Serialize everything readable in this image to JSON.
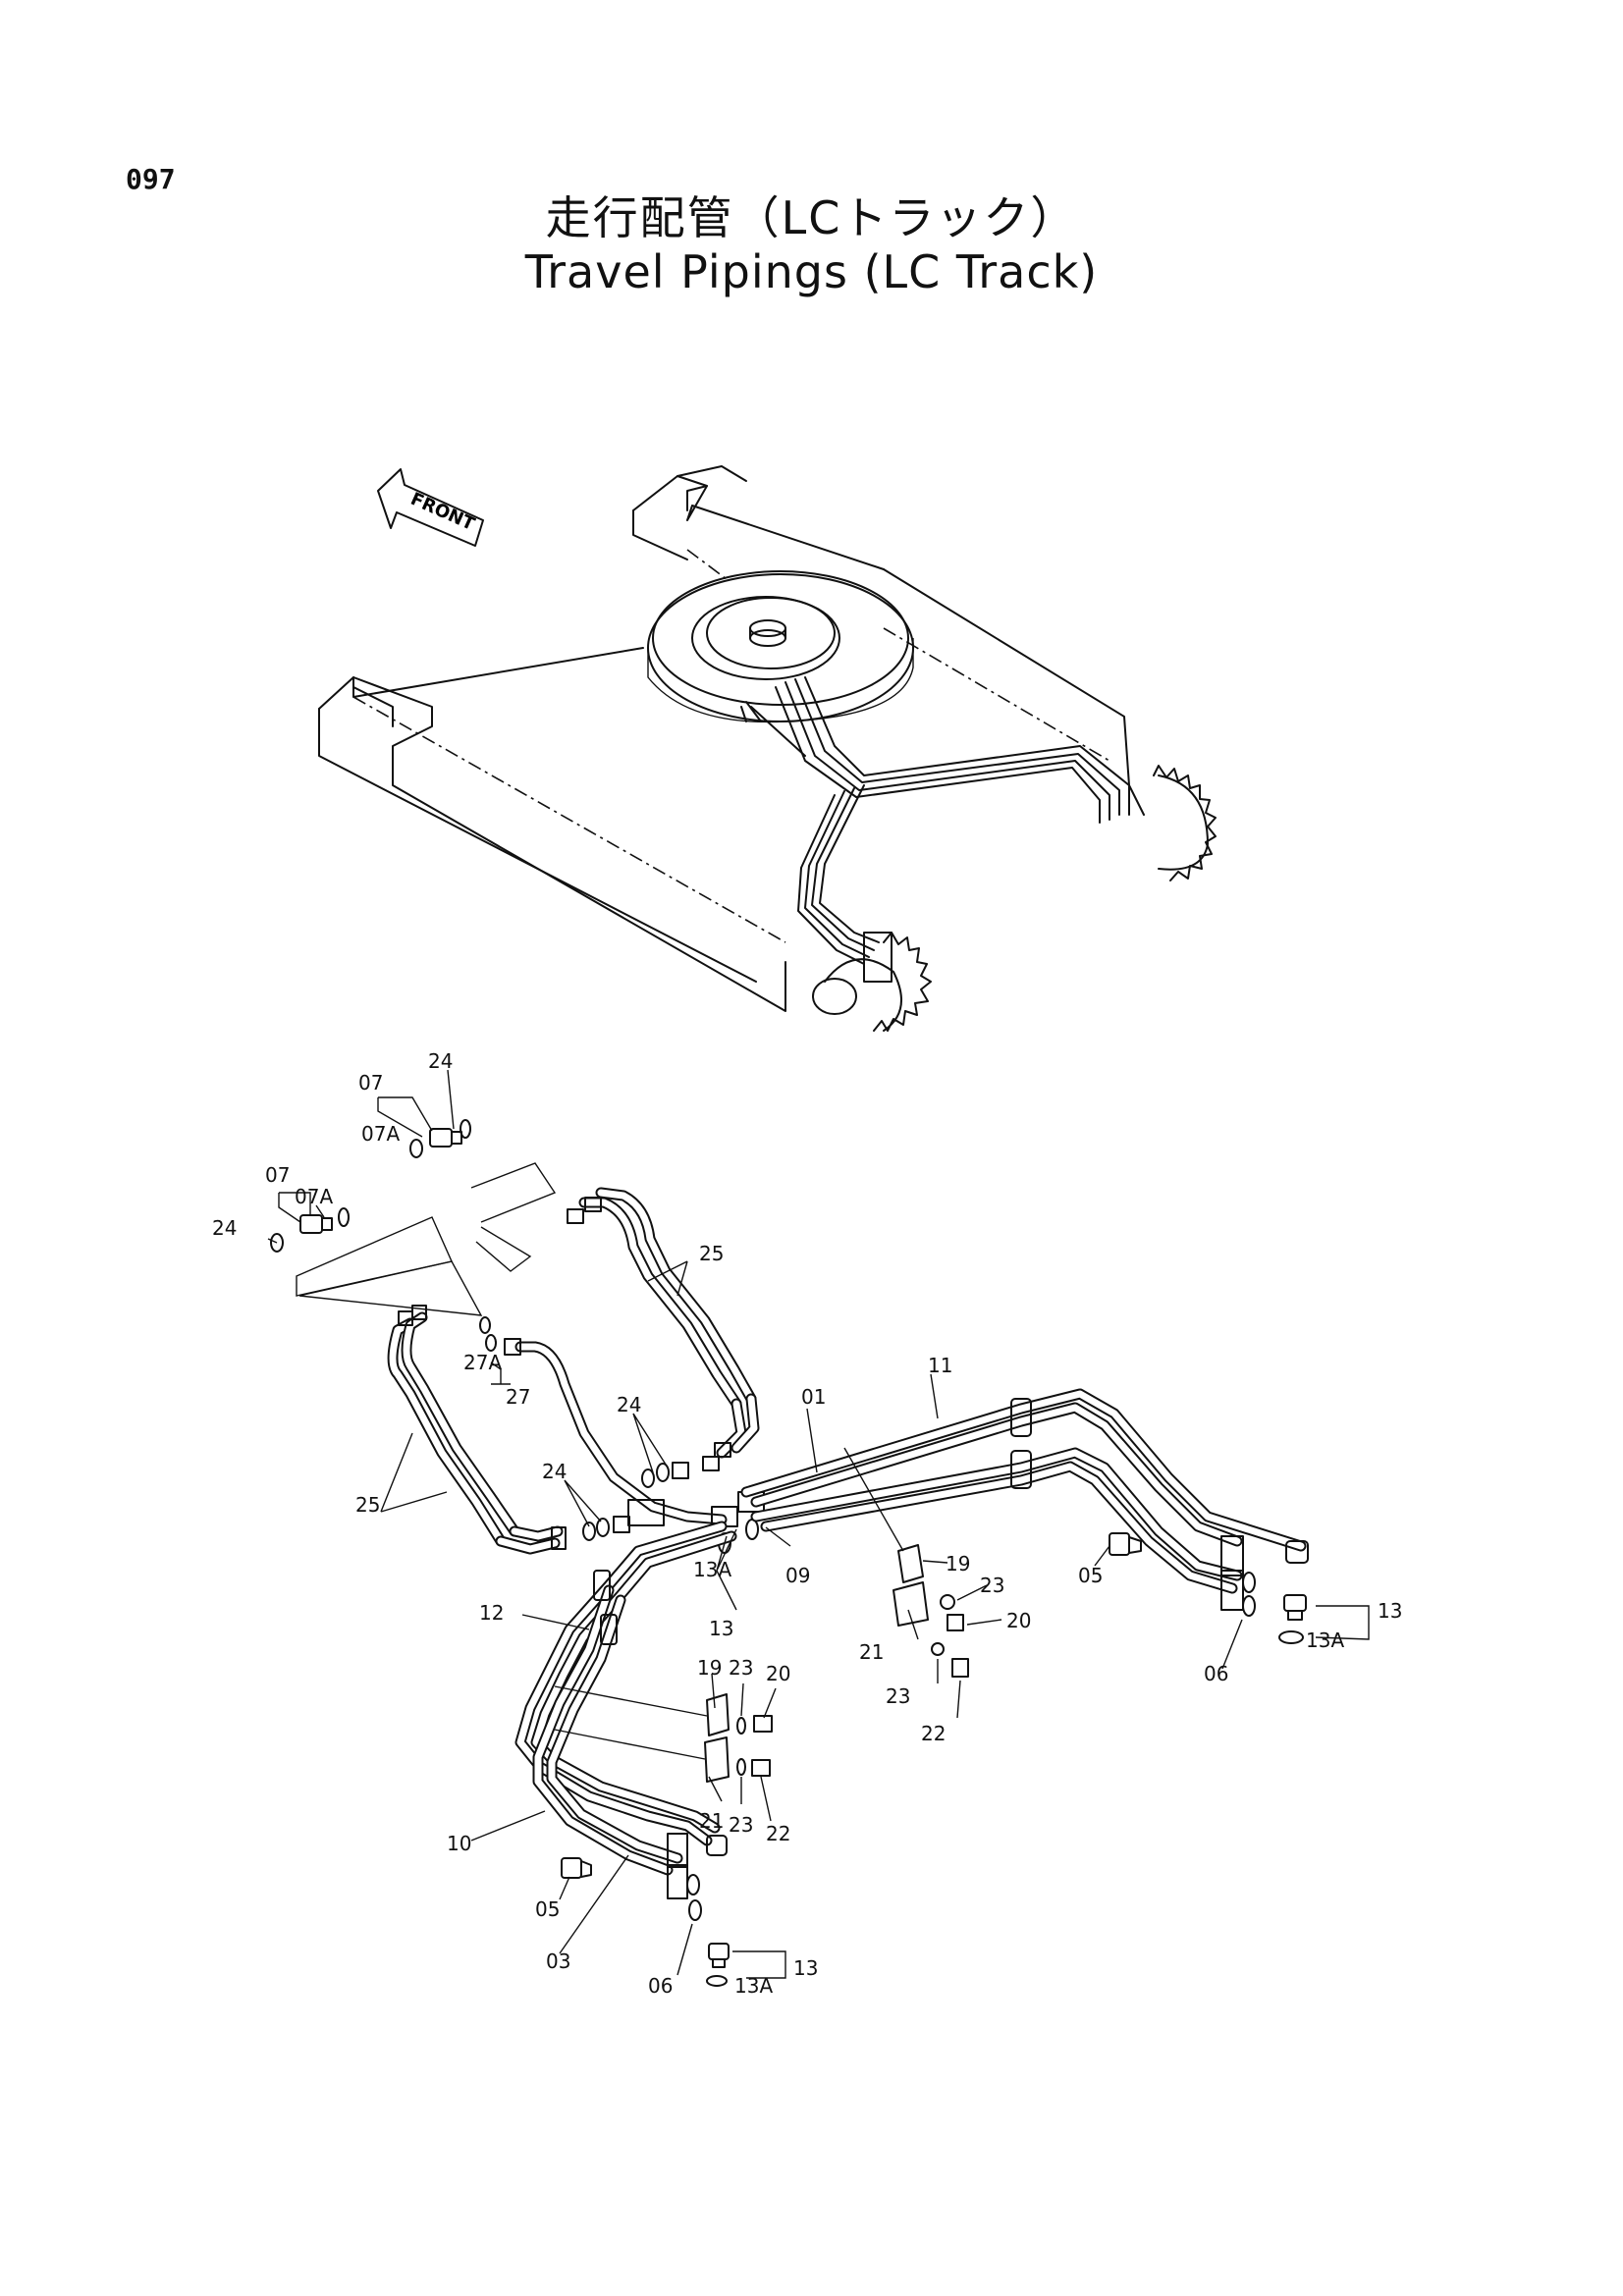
{
  "page_number": "097",
  "title_jp": "走行配管（LCトラック）",
  "title_en": "Travel Pipings (LC Track)",
  "front_arrow_label": "FRONT",
  "callouts": {
    "c24a": "24",
    "c07a": "07",
    "c07Aa": "07A",
    "c07b": "07",
    "c07Ab": "07A",
    "c24b": "24",
    "c25a": "25",
    "c25b": "25",
    "c27A": "27A",
    "c27": "27",
    "c24c": "24",
    "c24d": "24",
    "c01": "01",
    "c11": "11",
    "c13Aa": "13A",
    "c13a": "13",
    "c09": "09",
    "c12": "12",
    "c19a": "19",
    "c23a": "23",
    "c20a": "20",
    "c21a": "21",
    "c23b": "23",
    "c22a": "22",
    "c05a": "05",
    "c13b": "13",
    "c13Ab": "13A",
    "c06a": "06",
    "c19b": "19",
    "c23c": "23",
    "c20b": "20",
    "c21b": "21",
    "c23d": "23",
    "c22b": "22",
    "c10": "10",
    "c05b": "05",
    "c03": "03",
    "c06b": "06",
    "c13c": "13",
    "c13Ac": "13A"
  }
}
